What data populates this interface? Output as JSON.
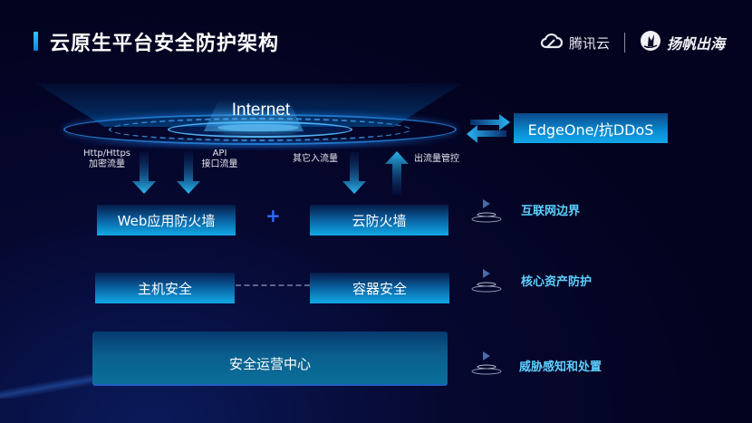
{
  "title": "云原生平台安全防护架构",
  "logos": {
    "primary": "腾讯云",
    "secondary": "扬帆出海"
  },
  "internet": {
    "label": "Internet"
  },
  "edgeone": {
    "label": "EdgeOne/抗DDoS"
  },
  "flows": [
    {
      "line1": "Http/Https",
      "line2": "加密流量",
      "direction": "down"
    },
    {
      "line1": "API",
      "line2": "接口流量",
      "direction": "down"
    },
    {
      "line1": "其它入流量",
      "line2": "",
      "direction": "down"
    },
    {
      "line1": "出流量管控",
      "line2": "",
      "direction": "up"
    }
  ],
  "components": {
    "waf": "Web应用防火墙",
    "plus": "+",
    "cloud_firewall": "云防火墙",
    "host_security": "主机安全",
    "container_security": "容器安全",
    "soc": "安全运营中心"
  },
  "layers": [
    {
      "label": "互联网边界"
    },
    {
      "label": "核心资产防护"
    },
    {
      "label": "威胁感知和处置"
    }
  ],
  "colors": {
    "background": "#04041f",
    "accent": "#12a8e6",
    "layer_text": "#5fd0ff",
    "plus": "#2f6bff"
  }
}
